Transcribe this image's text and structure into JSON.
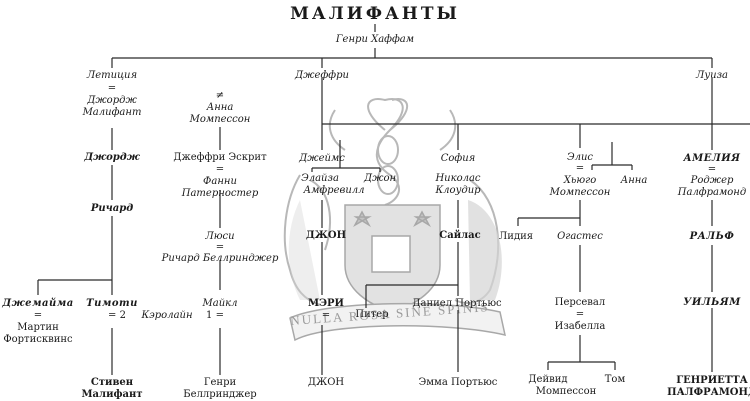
{
  "title": "МАЛИФАНТЫ",
  "crest": {
    "motto": "NULLA ROSA SINE SPINIS"
  },
  "symbols": {
    "married": "=",
    "not_married": "≠",
    "marriage_2": "= 2",
    "marriage_1": "1 ="
  },
  "people": {
    "henri_haffam": "Генри Хаффам",
    "leticia": "Летиция",
    "george_malifant": "Джордж Малифант",
    "george_malifant_l1": "Джордж",
    "george_malifant_l2": "Малифант",
    "george": "Джордж",
    "richard": "Ричард",
    "jemima": "Джемайма",
    "martin_l1": "Мартин",
    "martin_l2": "Фортисквинс",
    "timothy": "Тимоти",
    "stephen_l1": "Стивен",
    "stephen_l2": "Малифант",
    "anna_mompesson_l1": "Анна",
    "anna_mompesson_l2": "Момпессон",
    "jeffrey_eskrit": "Джеффри Эскрит",
    "fanny_l1": "Фанни",
    "fanny_l2": "Патерностер",
    "lucy": "Люси",
    "richard_bellringer": "Ричард Беллринджер",
    "caroline": "Кэролайн",
    "michael": "Майкл",
    "henry_bellringer_l1": "Генри",
    "henry_bellringer_l2": "Беллринджер",
    "jeffrey": "Джеффри",
    "james": "Джеймс",
    "eliza_l1": "Элайза",
    "eliza_l2": "Амфревилл",
    "john_italic": "Джон",
    "john_caps": "ДЖОН",
    "mary": "МЭРИ",
    "peter": "Питер",
    "john_final": "ДЖОН",
    "sophia": "София",
    "nicholas_l1": "Николас",
    "nicholas_l2": "Клоудир",
    "silas": "Сайлас",
    "daniel_portius": "Даниел Портьюс",
    "emma_portius": "Эмма Портьюс",
    "alice": "Элис",
    "hugo_l1": "Хьюго",
    "hugo_l2": "Момпессон",
    "anna": "Анна",
    "lydia": "Лидия",
    "augustus": "Огастес",
    "percival": "Персевал",
    "isabella": "Изабелла",
    "david_l1": "Дейвид",
    "david_l2": "Момпессон",
    "tom": "Том",
    "louisa": "Луиза",
    "amelia": "АМЕЛИЯ",
    "roger_l1": "Роджер",
    "roger_l2": "Палфрамонд",
    "ralph": "РАЛЬФ",
    "william": "УИЛЬЯМ",
    "henrietta_l1": "ГЕНРИЕТТА",
    "henrietta_l2": "ПАЛФРАМОНД"
  }
}
